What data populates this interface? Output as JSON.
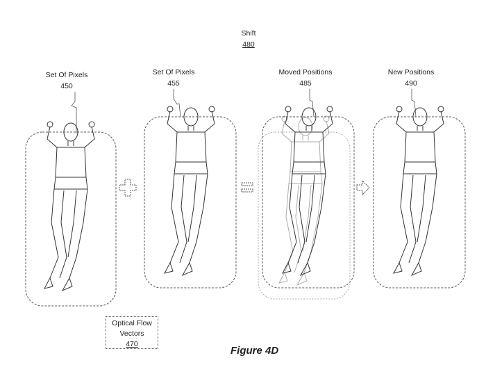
{
  "shift": {
    "label": "Shift",
    "ref": "480"
  },
  "panels": [
    {
      "label": "Set Of Pixels",
      "ref": "450"
    },
    {
      "label": "Set Of Pixels",
      "ref": "455"
    },
    {
      "label": "Moved Positions",
      "ref": "485"
    },
    {
      "label": "New Positions",
      "ref": "490"
    }
  ],
  "operators": [
    "plus-icon",
    "equals-icon",
    "arrow-right-icon"
  ],
  "optical_flow": {
    "line1": "Optical Flow",
    "line2": "Vectors",
    "ref": "470"
  },
  "figure_caption": "Figure 4D"
}
